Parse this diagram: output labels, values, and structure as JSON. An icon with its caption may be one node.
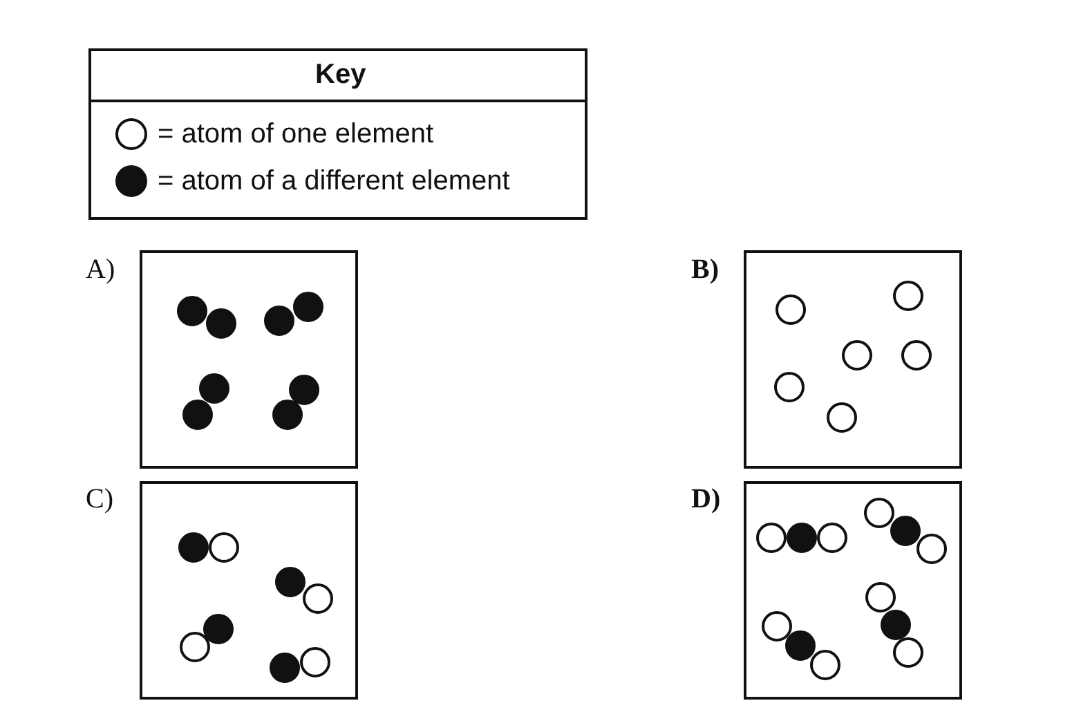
{
  "diagram": {
    "nodes": [
      {
        "text": [],
        "shape": "box",
        "beside": [
          "A)"
        ]
      },
      {
        "text": [],
        "shape": "box",
        "beside": [
          "B)"
        ]
      },
      {
        "text": [],
        "shape": "box",
        "beside": [
          "C)"
        ]
      },
      {
        "text": [],
        "shape": "box",
        "beside": [
          "D)"
        ]
      }
    ],
    "labels": [
      "Key"
    ],
    "legend": [
      {
        "text": "= atom of one element"
      },
      {
        "text": "= atom of a different element"
      }
    ]
  }
}
